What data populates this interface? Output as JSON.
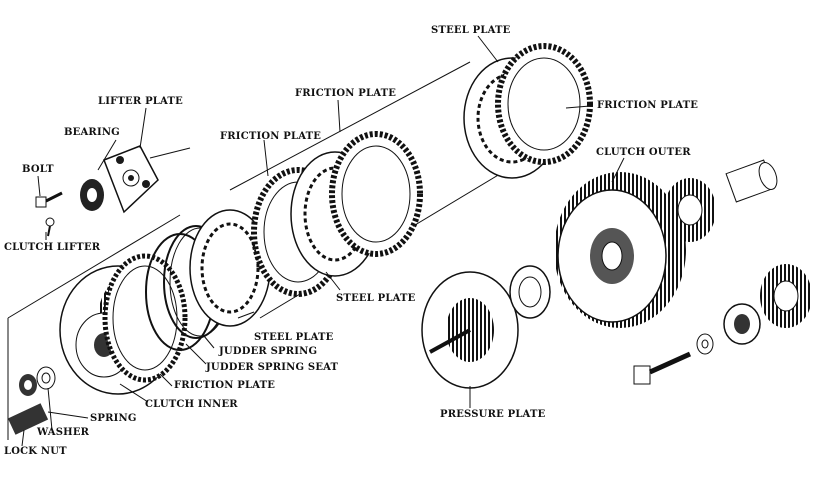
{
  "labels": {
    "steel_plate_top": "STEEL PLATE",
    "friction_plate_right": "FRICTION PLATE",
    "friction_plate_upper": "FRICTION PLATE",
    "lifter_plate": "LIFTER PLATE",
    "bearing": "BEARING",
    "friction_plate_mid": "FRICTION PLATE",
    "clutch_outer": "CLUTCH OUTER",
    "bolt": "BOLT",
    "clutch_lifter": "CLUTCH LIFTER",
    "steel_plate_mid": "STEEL PLATE",
    "steel_plate_low": "STEEL PLATE",
    "judder_spring": "JUDDER SPRING",
    "judder_spring_seat": "JUDDER SPRING SEAT",
    "friction_plate_low": "FRICTION PLATE",
    "clutch_inner": "CLUTCH INNER",
    "spring": "SPRING",
    "washer": "WASHER",
    "lock_nut": "LOCK NUT",
    "pressure_plate": "PRESSURE PLATE"
  }
}
